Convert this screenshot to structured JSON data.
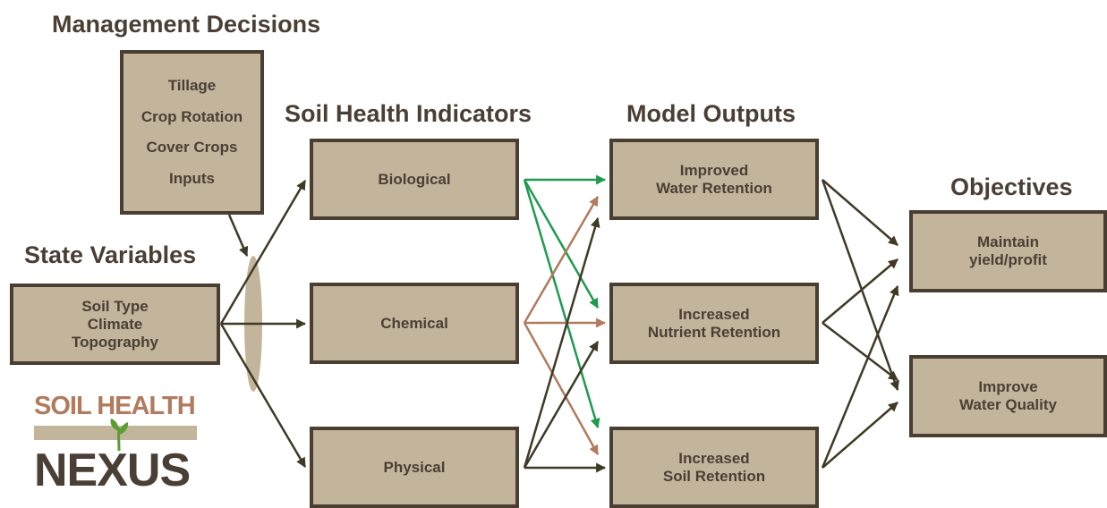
{
  "headings": {
    "management": "Management Decisions",
    "indicators": "Soil Health Indicators",
    "outputs": "Model Outputs",
    "objectives": "Objectives",
    "state": "State Variables"
  },
  "management_items": [
    "Tillage",
    "Crop Rotation",
    "Cover Crops",
    "Inputs"
  ],
  "state_items": [
    "Soil Type",
    "Climate",
    "Topography"
  ],
  "indicators": [
    "Biological",
    "Chemical",
    "Physical"
  ],
  "outputs": [
    [
      "Improved",
      "Water Retention"
    ],
    [
      "Increased",
      "Nutrient Retention"
    ],
    [
      "Increased",
      "Soil Retention"
    ]
  ],
  "objectives": [
    [
      "Maintain",
      "yield/profit"
    ],
    [
      "Improve",
      "Water Quality"
    ]
  ],
  "logo": {
    "top": "SOIL HEALTH",
    "bottom": "NEXUS"
  },
  "colors": {
    "box_fill": "#c2b59b",
    "box_border": "#4a3d32",
    "text": "#4a3f35",
    "arrow_dark": "#3e3a25",
    "arrow_green": "#1f9a4e",
    "arrow_brown": "#b07b5e",
    "logo_brown": "#b07b5e",
    "logo_leaf": "#5a9e2f"
  }
}
